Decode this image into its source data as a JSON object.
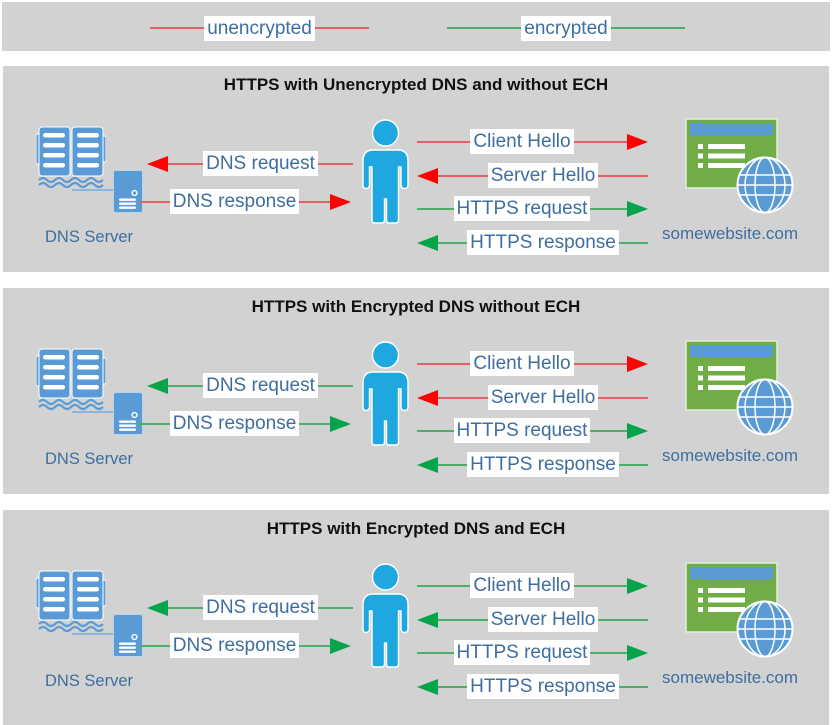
{
  "colors": {
    "panel_bg": "#d2d2d2",
    "label_bg": "#ffffff",
    "label_text": "#3f6e9e",
    "title_text": "#111111",
    "unencrypted_line": "#e36060",
    "unencrypted_head": "#fb0404",
    "encrypted_line": "#4aaf68",
    "encrypted_head": "#06a44a",
    "icon_blue": "#5b9bd5",
    "person_blue": "#1fa8e0",
    "site_green": "#70ad47"
  },
  "legend": {
    "items": [
      {
        "label": "unencrypted",
        "type": "unencrypted"
      },
      {
        "label": "encrypted",
        "type": "encrypted"
      }
    ]
  },
  "panels": [
    {
      "title": "HTTPS with Unencrypted DNS and without ECH",
      "dns_server_label": "DNS Server",
      "website_label": "somewebsite.com",
      "dns_arrows": [
        {
          "label": "DNS request",
          "direction": "left",
          "encryption": "unencrypted"
        },
        {
          "label": "DNS response",
          "direction": "right",
          "encryption": "unencrypted"
        }
      ],
      "tls_arrows": [
        {
          "label": "Client Hello",
          "direction": "right",
          "encryption": "unencrypted"
        },
        {
          "label": "Server Hello",
          "direction": "left",
          "encryption": "unencrypted"
        },
        {
          "label": "HTTPS request",
          "direction": "right",
          "encryption": "encrypted"
        },
        {
          "label": "HTTPS response",
          "direction": "left",
          "encryption": "encrypted"
        }
      ]
    },
    {
      "title": "HTTPS with Encrypted DNS without ECH",
      "dns_server_label": "DNS Server",
      "website_label": "somewebsite.com",
      "dns_arrows": [
        {
          "label": "DNS request",
          "direction": "left",
          "encryption": "encrypted"
        },
        {
          "label": "DNS response",
          "direction": "right",
          "encryption": "encrypted"
        }
      ],
      "tls_arrows": [
        {
          "label": "Client Hello",
          "direction": "right",
          "encryption": "unencrypted"
        },
        {
          "label": "Server Hello",
          "direction": "left",
          "encryption": "unencrypted"
        },
        {
          "label": "HTTPS request",
          "direction": "right",
          "encryption": "encrypted"
        },
        {
          "label": "HTTPS response",
          "direction": "left",
          "encryption": "encrypted"
        }
      ]
    },
    {
      "title": "HTTPS with Encrypted DNS and ECH",
      "dns_server_label": "DNS Server",
      "website_label": "somewebsite.com",
      "dns_arrows": [
        {
          "label": "DNS request",
          "direction": "left",
          "encryption": "encrypted"
        },
        {
          "label": "DNS response",
          "direction": "right",
          "encryption": "encrypted"
        }
      ],
      "tls_arrows": [
        {
          "label": "Client Hello",
          "direction": "right",
          "encryption": "encrypted"
        },
        {
          "label": "Server Hello",
          "direction": "left",
          "encryption": "encrypted"
        },
        {
          "label": "HTTPS request",
          "direction": "right",
          "encryption": "encrypted"
        },
        {
          "label": "HTTPS response",
          "direction": "left",
          "encryption": "encrypted"
        }
      ]
    }
  ]
}
